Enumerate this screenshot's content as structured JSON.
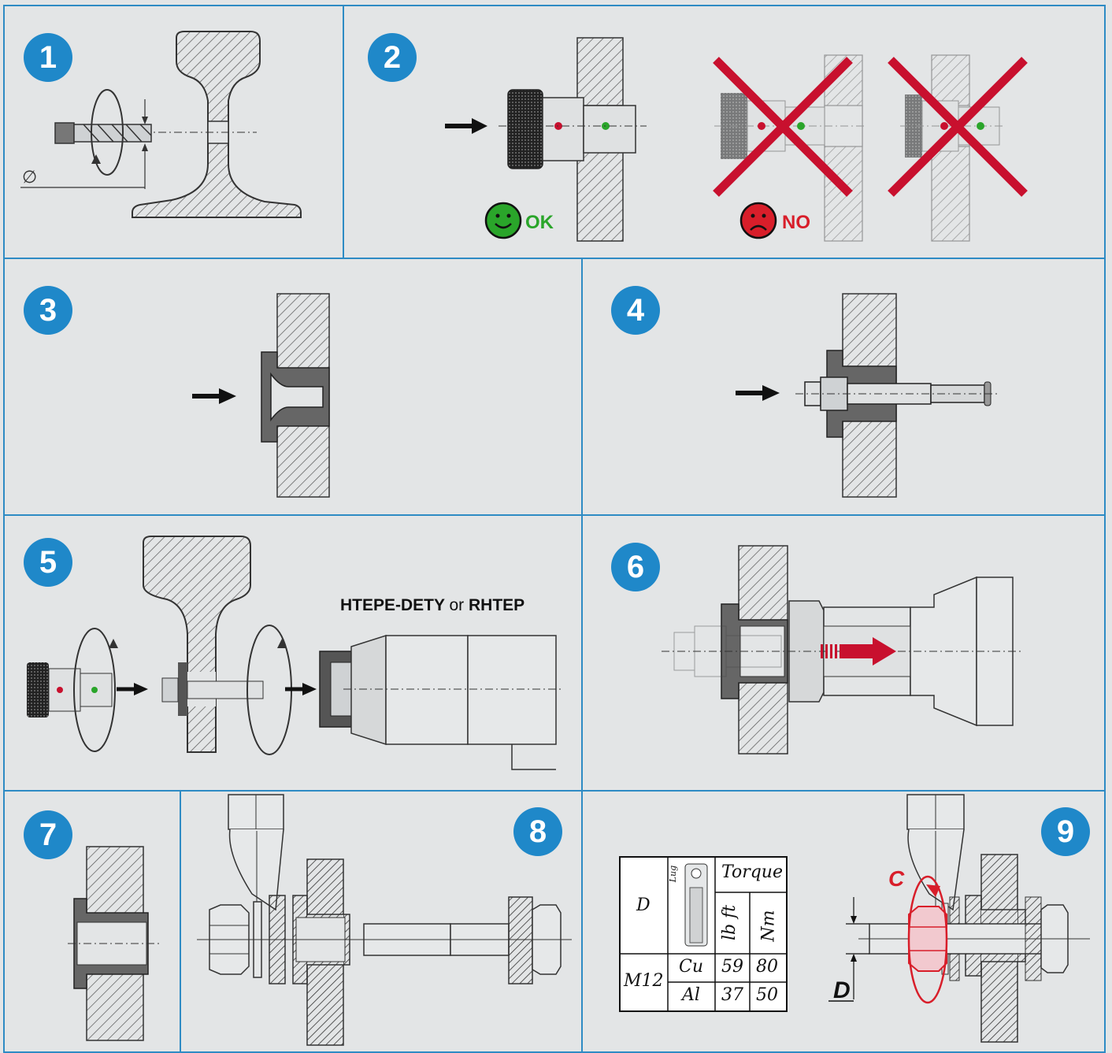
{
  "steps": [
    "1",
    "2",
    "3",
    "4",
    "5",
    "6",
    "7",
    "8",
    "9"
  ],
  "step1": {
    "diameter_symbol": "∅"
  },
  "step2": {
    "ok_label": "OK",
    "no_label": "NO"
  },
  "step5": {
    "tool_name_a": "HTEPE-DETY",
    "tool_or": "or",
    "tool_name_b": "RHTEP"
  },
  "step9": {
    "torque_arrow_label": "C",
    "dimension_label": "D"
  },
  "torque_table": {
    "header_d": "D",
    "header_lug": "Lug",
    "header_torque": "Torque",
    "unit_lbft": "lb ft",
    "unit_nm": "Nm",
    "size": "M12",
    "rows": [
      {
        "material": "Cu",
        "lbft": "59",
        "nm": "80"
      },
      {
        "material": "Al",
        "lbft": "37",
        "nm": "50"
      }
    ]
  },
  "colors": {
    "panel_bg": "#e3e5e6",
    "border": "#2e8bc4",
    "badge": "#1f88c9",
    "ok_green": "#2aa52a",
    "no_red": "#d81e2a",
    "cross_red": "#c8102e",
    "hatch": "#555555"
  },
  "icons": [
    "smiley-ok-icon",
    "frown-no-icon",
    "arrow-right-icon",
    "rotation-arrow-icon",
    "red-cross-icon"
  ]
}
